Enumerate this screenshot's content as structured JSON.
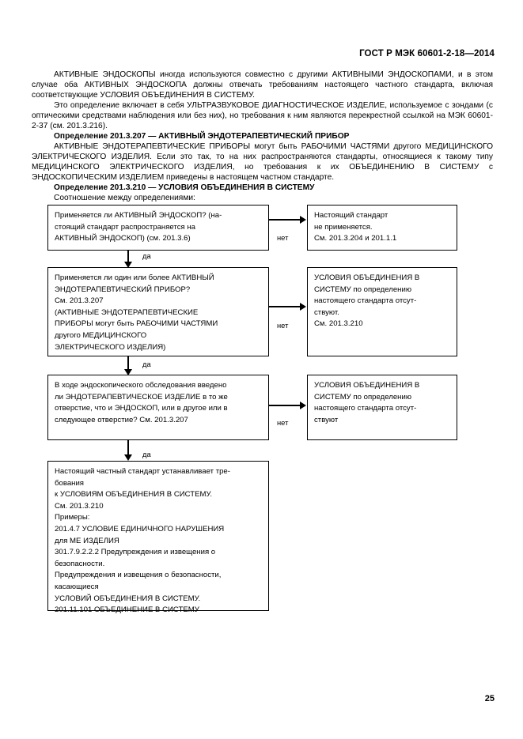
{
  "document": {
    "header_title": "ГОСТ Р МЭК 60601-2-18—2014",
    "page_number": "25"
  },
  "body": {
    "paragraph_1": "АКТИВНЫЕ ЭНДОСКОПЫ иногда используются совместно с другими АКТИВНЫМИ ЭНДОСКОПАМИ, и в этом случае оба АКТИВНЫХ ЭНДОСКОПА должны отвечать требованиям настоящего частного стандарта, включая соответствующие УСЛОВИЯ ОБЪЕДИНЕНИЯ В СИСТЕМУ.",
    "paragraph_2": "Это определение включает в себя УЛЬТРАЗВУКОВОЕ ДИАГНОСТИЧЕСКОЕ ИЗДЕЛИЕ, используемое с зондами (с оптическими средствами наблюдения или без них), но требования к ним являются перекрестной ссылкой на МЭК 60601-2-37 (см. 201.3.216).",
    "heading_1": "Определение 201.3.207 — АКТИВНЫЙ ЭНДОТЕРАПЕВТИЧЕСКИЙ ПРИБОР",
    "paragraph_3": "АКТИВНЫЕ ЭНДОТЕРАПЕВТИЧЕСКИЕ ПРИБОРЫ могут быть РАБОЧИМИ ЧАСТЯМИ другого МЕДИЦИНСКОГО ЭЛЕКТРИЧЕСКОГО ИЗДЕЛИЯ. Если это так, то на них распространяются стандарты, относящиеся к такому типу МЕДИЦИНСКОГО ЭЛЕКТРИЧЕСКОГО ИЗДЕЛИЯ, но требования к их ОБЪЕДИНЕНИЮ В СИСТЕМУ с ЭНДОСКОПИЧЕСКИМ ИЗДЕЛИЕМ приведены в настоящем частном стандарте.",
    "heading_2": "Определение 201.3.210 — УСЛОВИЯ ОБЪЕДИНЕНИЯ В СИСТЕМУ",
    "paragraph_4": "Соотношение между определениями:"
  },
  "flowchart": {
    "type": "decision-flow",
    "edge_labels": {
      "yes": "да",
      "no": "нет"
    },
    "nodes": [
      {
        "id": "q1",
        "role": "decision",
        "lines": [
          "Применяется ли АКТИВНЫЙ ЭНДОСКОП? (на-",
          "стоящий стандарт распространяется на",
          "АКТИВНЫЙ ЭНДОСКОП) (см. 201.3.6)"
        ]
      },
      {
        "id": "r1",
        "role": "result",
        "lines": [
          "Настоящий стандарт",
          "не применяется.",
          "См. 201.3.204 и 201.1.1"
        ]
      },
      {
        "id": "q2",
        "role": "decision",
        "lines": [
          "Применяется ли один или более АКТИВНЫЙ",
          "ЭНДОТЕРАПЕВТИЧЕСКИЙ ПРИБОР?",
          "См. 201.3.207",
          "(АКТИВНЫЕ ЭНДОТЕРАПЕВТИЧЕСКИЕ",
          "ПРИБОРЫ могут быть РАБОЧИМИ    ЧАСТЯМИ",
          "другого МЕДИЦИНСКОГО",
          "ЭЛЕКТРИЧЕСКОГО ИЗДЕЛИЯ)"
        ]
      },
      {
        "id": "r2",
        "role": "result",
        "lines": [
          "УСЛОВИЯ ОБЪЕДИНЕНИЯ В",
          "СИСТЕМУ по определению",
          "настоящего стандарта отсут-",
          "ствуют.",
          "См. 201.3.210"
        ]
      },
      {
        "id": "q3",
        "role": "decision",
        "lines": [
          "В ходе эндоскопического обследования введено",
          "ли ЭНДОТЕРАПЕВТИЧЕСКОЕ ИЗДЕЛИЕ в то же",
          "отверстие, что и ЭНДОСКОП, или в другое или в",
          "следующее отверстие? См. 201.3.207"
        ]
      },
      {
        "id": "r3",
        "role": "result",
        "lines": [
          "УСЛОВИЯ ОБЪЕДИНЕНИЯ В",
          "СИСТЕМУ по определению",
          "настоящего стандарта отсут-",
          "ствуют"
        ]
      },
      {
        "id": "r4",
        "role": "result",
        "lines": [
          "Настоящий частный стандарт устанавливает тре-",
          "бования",
          "к УСЛОВИЯМ ОБЪЕДИНЕНИЯ В СИСТЕМУ.",
          "См. 201.3.210",
          "Примеры:",
          "201.4.7 УСЛОВИЕ ЕДИНИЧНОГО НАРУШЕНИЯ",
          "для МЕ ИЗДЕЛИЯ",
          "301.7.9.2.2.2 Предупреждения и извещения о",
          "безопасности.",
          "Предупреждения и извещения о безопасности,",
          "касающиеся",
          "УСЛОВИЙ ОБЪЕДИНЕНИЯ В СИСТЕМУ.",
          "201.11.101 ОБЪЕДИНЕНИЕ В СИСТЕМУ"
        ]
      }
    ]
  }
}
